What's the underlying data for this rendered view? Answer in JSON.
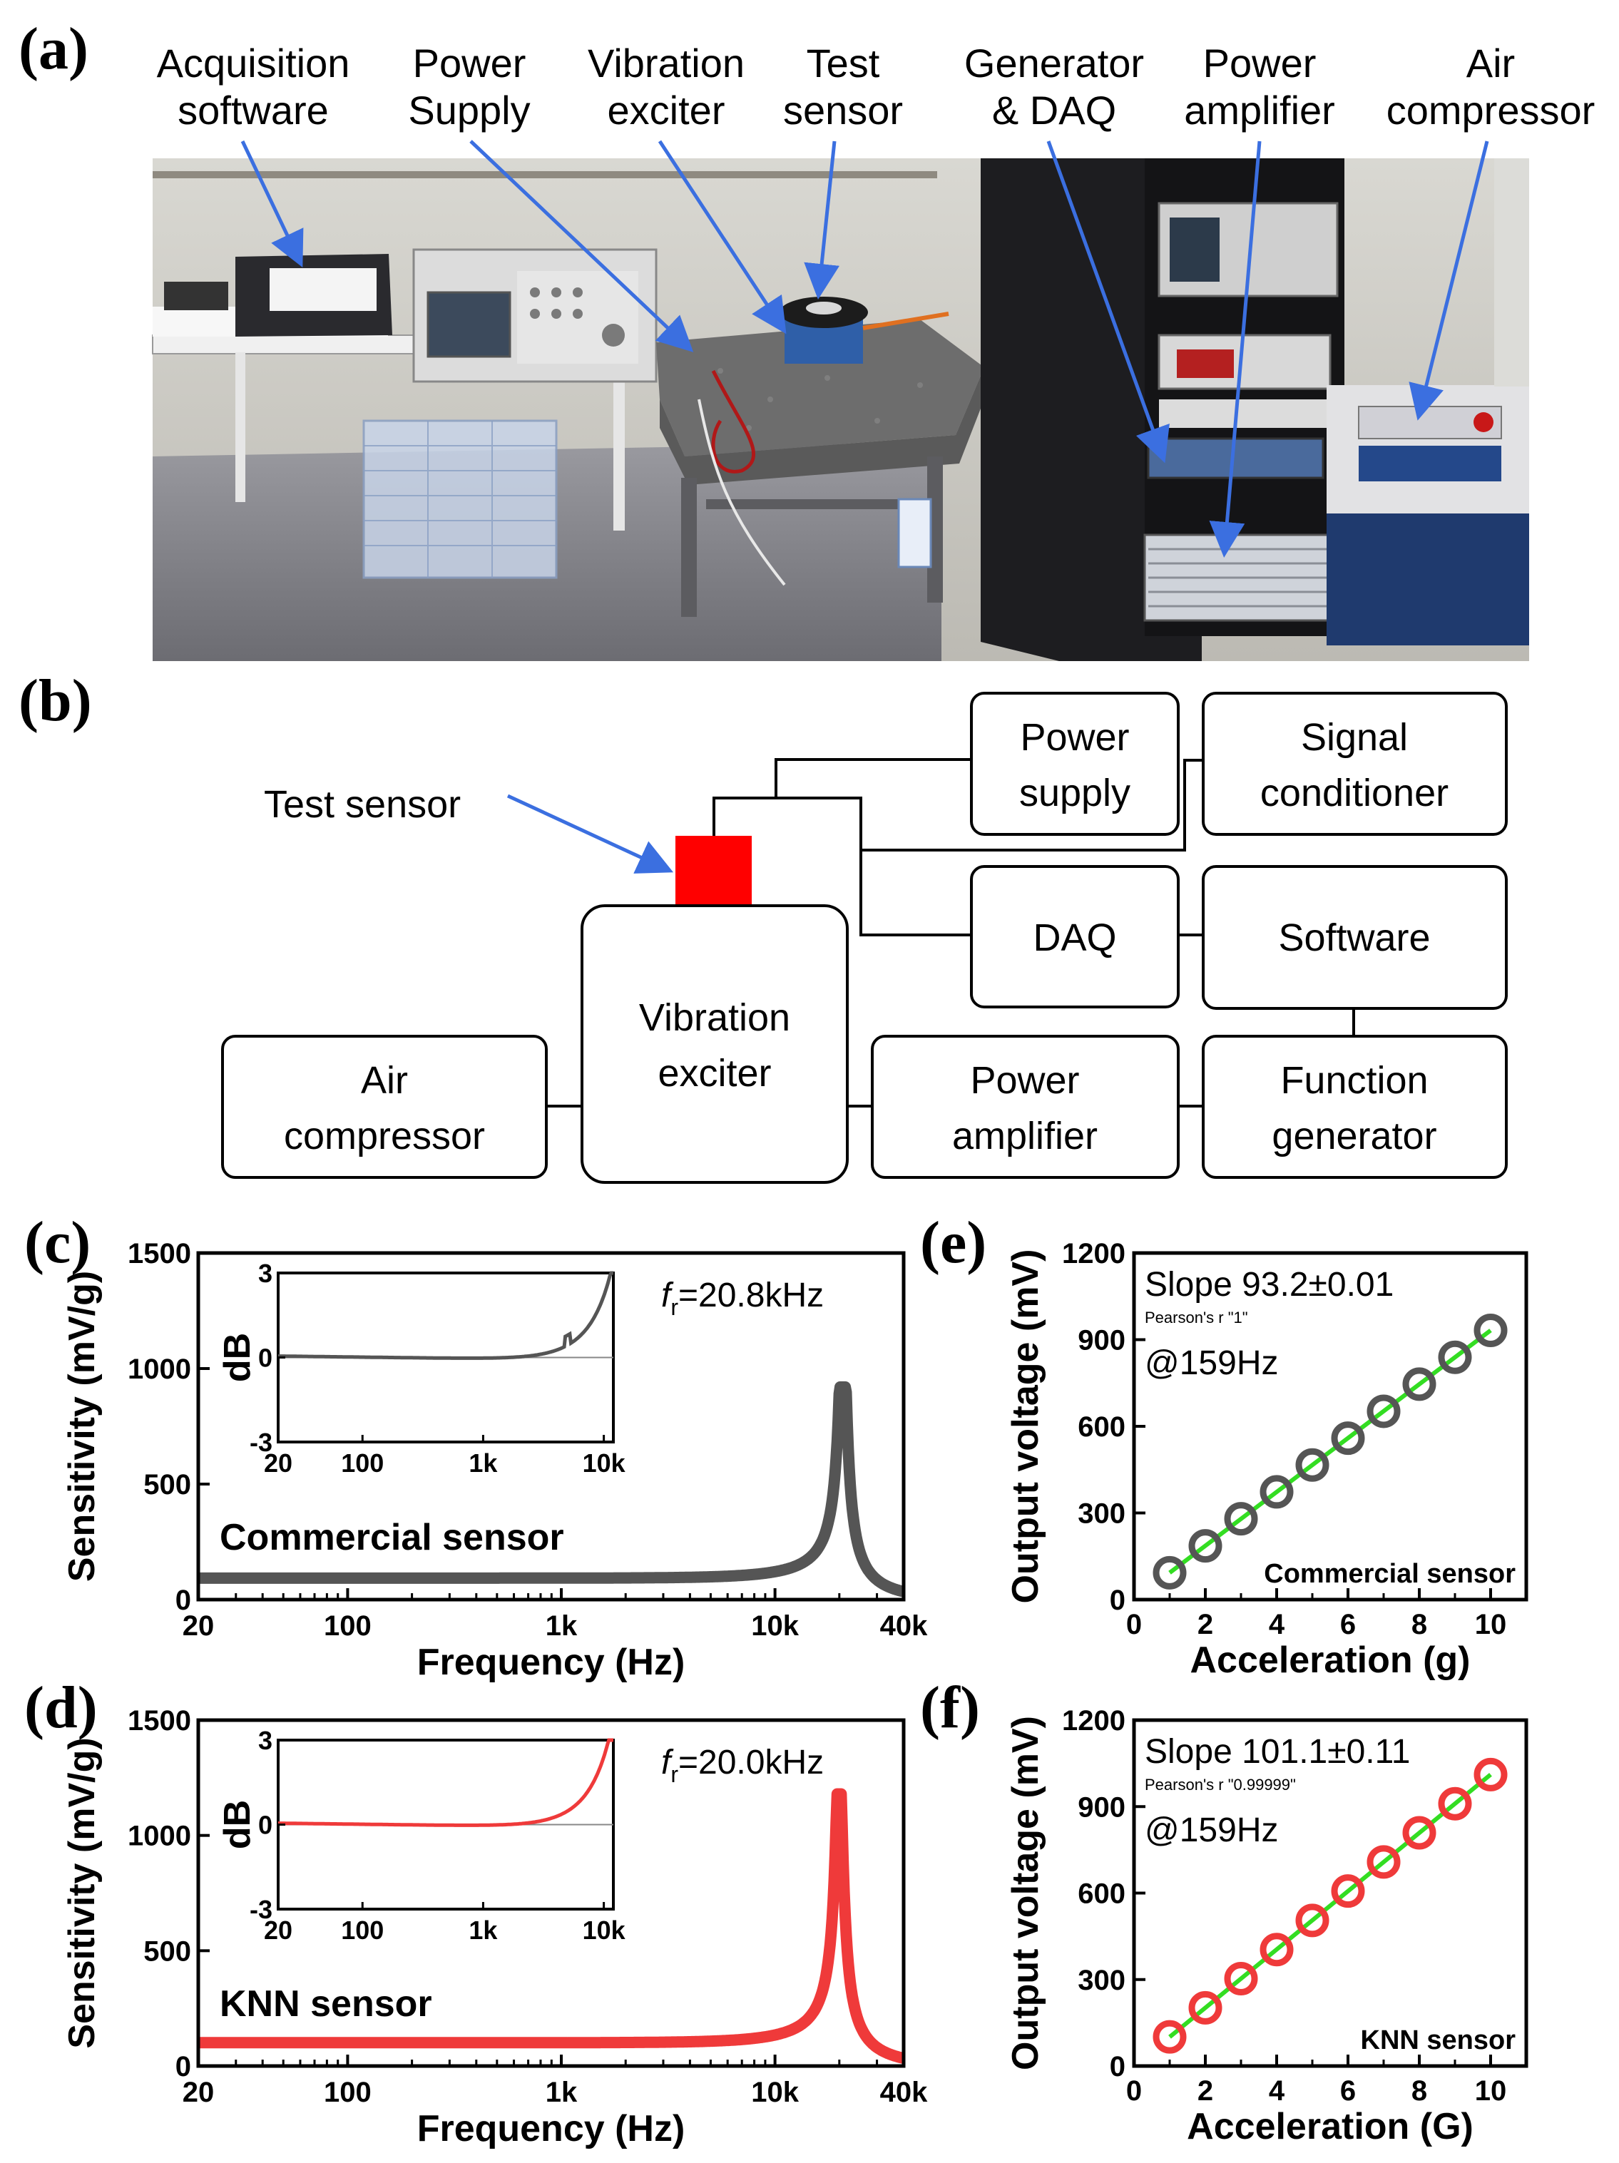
{
  "panels": {
    "a": "(a)",
    "b": "(b)",
    "c": "(c)",
    "d": "(d)",
    "e": "(e)",
    "f": "(f)"
  },
  "photo_labels": [
    {
      "lines": [
        "Acquisition",
        "software"
      ]
    },
    {
      "lines": [
        "Power",
        "Supply"
      ]
    },
    {
      "lines": [
        "Vibration",
        "exciter"
      ]
    },
    {
      "lines": [
        "Test",
        "sensor"
      ]
    },
    {
      "lines": [
        "Generator",
        "& DAQ"
      ]
    },
    {
      "lines": [
        "Power",
        "amplifier"
      ]
    },
    {
      "lines": [
        "Air",
        "compressor"
      ]
    }
  ],
  "diagram": {
    "test_sensor_label": "Test sensor",
    "sensor_color": "#ff0000",
    "arrow_color": "#3b6fe0",
    "boxes": {
      "power_supply": [
        "Power",
        "supply"
      ],
      "signal_conditioner": [
        "Signal",
        "conditioner"
      ],
      "daq": [
        "DAQ"
      ],
      "software": [
        "Software"
      ],
      "vibration_exciter": [
        "Vibration",
        "exciter"
      ],
      "air_compressor": [
        "Air",
        "compressor"
      ],
      "power_amplifier": [
        "Power",
        "amplifier"
      ],
      "function_generator": [
        "Function",
        "generator"
      ]
    }
  },
  "chart_data": [
    {
      "id": "c",
      "type": "line",
      "x_scale": "log",
      "xlabel": "Frequency (Hz)",
      "ylabel": "Sensitivity (mV/g)",
      "xlim": [
        20,
        40000
      ],
      "ylim": [
        0,
        1500
      ],
      "x_ticks": [
        "20",
        "100",
        "1k",
        "10k",
        "40k"
      ],
      "y_ticks": [
        "0",
        "500",
        "1000",
        "1500"
      ],
      "series_label": "Commercial sensor",
      "annotation": {
        "prefix": "f",
        "sub": "r",
        "value": "=20.8kHz"
      },
      "color": "#555555",
      "baseline": 93,
      "peak": {
        "x": 20800,
        "y": 920
      },
      "inset": {
        "ylabel": "dB",
        "ylim": [
          -3,
          3
        ],
        "x_ticks": [
          "20",
          "100",
          "1k",
          "10k"
        ],
        "y_ticks": [
          "3",
          "0",
          "-3"
        ],
        "color": "#555555"
      }
    },
    {
      "id": "d",
      "type": "line",
      "x_scale": "log",
      "xlabel": "Frequency (Hz)",
      "ylabel": "Sensitivity (mV/g)",
      "xlim": [
        20,
        40000
      ],
      "ylim": [
        0,
        1500
      ],
      "x_ticks": [
        "20",
        "100",
        "1k",
        "10k",
        "40k"
      ],
      "y_ticks": [
        "0",
        "500",
        "1000",
        "1500"
      ],
      "series_label": "KNN sensor",
      "annotation": {
        "prefix": "f",
        "sub": "r",
        "value": "=20.0kHz"
      },
      "color": "#ef3a3a",
      "baseline": 101,
      "peak": {
        "x": 20000,
        "y": 1180
      },
      "inset": {
        "ylabel": "dB",
        "ylim": [
          -3,
          3
        ],
        "x_ticks": [
          "20",
          "100",
          "1k",
          "10k"
        ],
        "y_ticks": [
          "3",
          "0",
          "-3"
        ],
        "color": "#ef3a3a"
      }
    },
    {
      "id": "e",
      "type": "scatter",
      "xlabel": "Acceleration (g)",
      "ylabel": "Output voltage (mV)",
      "xlim": [
        0,
        11
      ],
      "ylim": [
        0,
        1200
      ],
      "x_ticks": [
        "0",
        "2",
        "4",
        "6",
        "8",
        "10"
      ],
      "y_ticks": [
        "0",
        "300",
        "600",
        "900",
        "1200"
      ],
      "x": [
        1,
        2,
        3,
        4,
        5,
        6,
        7,
        8,
        9,
        10
      ],
      "y": [
        93,
        186,
        280,
        373,
        466,
        559,
        652,
        746,
        839,
        932
      ],
      "marker_color": "#555555",
      "fit_color": "#33dd22",
      "slope_text": "Slope 93.2±0.01",
      "pearson_text": "Pearson's r \"1\"",
      "freq_text": "@159Hz",
      "corner_label": "Commercial sensor"
    },
    {
      "id": "f",
      "type": "scatter",
      "xlabel": "Acceleration (G)",
      "ylabel": "Output voltage (mV)",
      "xlim": [
        0,
        11
      ],
      "ylim": [
        0,
        1200
      ],
      "x_ticks": [
        "0",
        "2",
        "4",
        "6",
        "8",
        "10"
      ],
      "y_ticks": [
        "0",
        "300",
        "600",
        "900",
        "1200"
      ],
      "x": [
        1,
        2,
        3,
        4,
        5,
        6,
        7,
        8,
        9,
        10
      ],
      "y": [
        101,
        202,
        303,
        404,
        505,
        607,
        708,
        809,
        910,
        1011
      ],
      "marker_color": "#ef3a3a",
      "fit_color": "#33dd22",
      "slope_text": "Slope 101.1±0.11",
      "pearson_text": "Pearson's r \"0.99999\"",
      "freq_text": "@159Hz",
      "corner_label": "KNN sensor"
    }
  ]
}
